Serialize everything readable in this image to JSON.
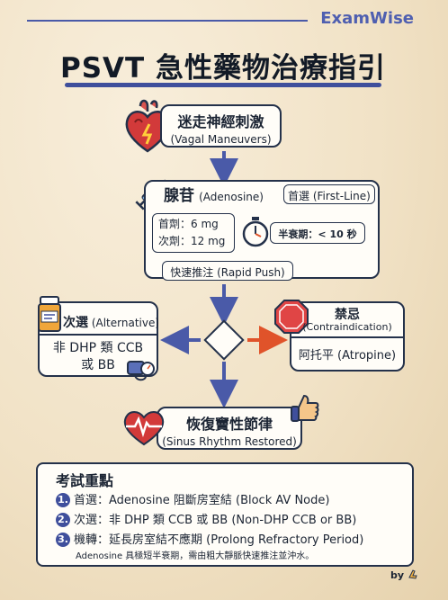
{
  "brand": {
    "name": "ExamWise"
  },
  "title": "PSVT 急性藥物治療指引",
  "steps": {
    "vagal": {
      "title": "迷走神經刺激",
      "subtitle": "(Vagal Maneuvers)"
    },
    "adenosine": {
      "name": "腺苷",
      "name_en": "(Adenosine)",
      "tag": "首選 (First-Line)",
      "dose_first": "首劑：6 mg",
      "dose_second": "次劑：12 mg",
      "half_life": "半衰期：< 10 秒",
      "route": "快速推注 (Rapid Push)"
    },
    "alternative": {
      "head": "次選",
      "head_en": "(Alternative)",
      "body_line1": "非 DHP 類 CCB",
      "body_line2": "或 BB"
    },
    "contraindication": {
      "head": "禁忌",
      "head_en": "(Contraindication)",
      "body": "阿托平 (Atropine)"
    },
    "sinus": {
      "title": "恢復竇性節律",
      "subtitle": "(Sinus Rhythm Restored)"
    }
  },
  "exam": {
    "title": "考試重點",
    "items": [
      {
        "num": "1.",
        "text": "首選：Adenosine 阻斷房室結 (Block AV Node)"
      },
      {
        "num": "2.",
        "text": "次選：非 DHP 類 CCB 或 BB (Non-DHP CCB or BB)"
      },
      {
        "num": "3.",
        "text": "機轉：延長房室結不應期 (Prolong Refractory Period)"
      }
    ],
    "note": "Adenosine 具極短半衰期，需由粗大靜脈快速推注並沖水。"
  },
  "byline": "by",
  "icons": {
    "heart": "anatomical-heart-icon",
    "syringe": "syringe-icon",
    "timer": "stopwatch-icon",
    "pill_bottle": "pill-bottle-icon",
    "bp_cuff": "blood-pressure-cuff-icon",
    "stop": "stop-sign-icon",
    "thumb": "thumbs-up-icon",
    "ecg": "ecg-heart-icon"
  },
  "colors": {
    "accent": "#3f4f9c",
    "flow_arrow": "#4a5aa8",
    "contra_arrow": "#e0532a",
    "heart_red": "#d23a3a",
    "paper": "#f3e6cc"
  }
}
